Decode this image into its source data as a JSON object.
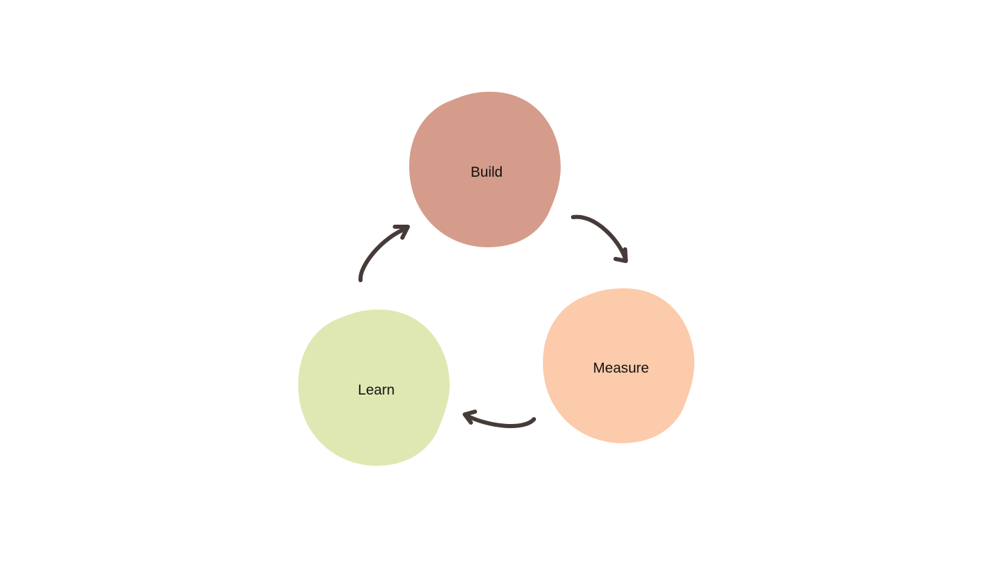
{
  "nodes": [
    {
      "id": "build",
      "label": "Build",
      "color": "#d59c8b"
    },
    {
      "id": "measure",
      "label": "Measure",
      "color": "#fccbab"
    },
    {
      "id": "learn",
      "label": "Learn",
      "color": "#dfe8b2"
    }
  ],
  "arrows": [
    {
      "from": "build",
      "to": "measure"
    },
    {
      "from": "measure",
      "to": "learn"
    },
    {
      "from": "learn",
      "to": "build"
    }
  ],
  "arrow_color": "#463b38",
  "background": "#ffffff"
}
